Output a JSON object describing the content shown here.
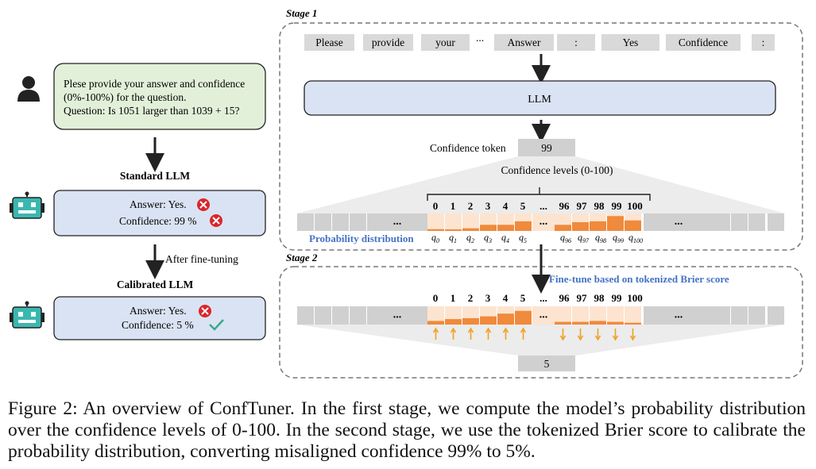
{
  "user_prompt": {
    "line1": "Plese provide your answer and confidence",
    "line2": "(0%-100%) for the question.",
    "line3": "Question: Is 1051 larger than 1039 + 15?"
  },
  "standard_llm": {
    "title": "Standard LLM",
    "answer": "Answer: Yes.",
    "confidence": "Confidence: 99 %"
  },
  "transition_label": "After fine-tuning",
  "calibrated_llm": {
    "title": "Calibrated LLM",
    "answer": "Answer: Yes.",
    "confidence": "Confidence: 5 %"
  },
  "stage1": {
    "label": "Stage 1",
    "input_tokens": [
      "Please",
      "provide",
      "your",
      "...",
      "Answer",
      ":",
      "Yes",
      "Confidence",
      ":"
    ],
    "llm_label": "LLM",
    "confidence_token_label": "Confidence token",
    "confidence_token_value": "99",
    "levels_label": "Confidence levels (0-100)",
    "level_numbers": [
      "0",
      "1",
      "2",
      "3",
      "4",
      "5",
      "...",
      "96",
      "97",
      "98",
      "99",
      "100"
    ],
    "prob_label": "Probability distribution",
    "q_labels": [
      "q0",
      "q1",
      "q2",
      "q3",
      "q4",
      "q5",
      "q96",
      "q97",
      "q98",
      "q99",
      "q100"
    ],
    "ellipsis": "...",
    "bar_levels_left": [
      0.1,
      0.05,
      0.15,
      0.35,
      0.35,
      0.55
    ],
    "bar_levels_right": [
      0.35,
      0.5,
      0.55,
      0.85,
      0.6
    ]
  },
  "stage2": {
    "label": "Stage 2",
    "finetune_label": "Fine-tune based on tokenized Brier score",
    "level_numbers": [
      "0",
      "1",
      "2",
      "3",
      "4",
      "5",
      "...",
      "96",
      "97",
      "98",
      "99",
      "100"
    ],
    "ellipsis": "...",
    "output_token": "5",
    "bar_levels_left": [
      0.2,
      0.3,
      0.35,
      0.45,
      0.6,
      0.75
    ],
    "bar_levels_right": [
      0.15,
      0.15,
      0.2,
      0.15,
      0.1
    ]
  },
  "colors": {
    "prompt_fill": "#e2f0d9",
    "llm_fill": "#dae3f3",
    "bar_orange": "#f08a3c",
    "cell_peach": "#fce4d0",
    "cell_grey": "#d0d0d0",
    "label_blue": "#4472c4",
    "error_red": "#d9262a",
    "check_green": "#3aa88a",
    "robot_teal": "#3ab7b0"
  },
  "caption": {
    "figure_label": "Figure 2:",
    "text": "An overview of ConfTuner.  In the first stage, we compute the model’s probability distribution over the confidence levels of 0-100. In the second stage, we use the tokenized Brier score to calibrate the probability distribution, converting misaligned confidence 99% to 5%."
  }
}
